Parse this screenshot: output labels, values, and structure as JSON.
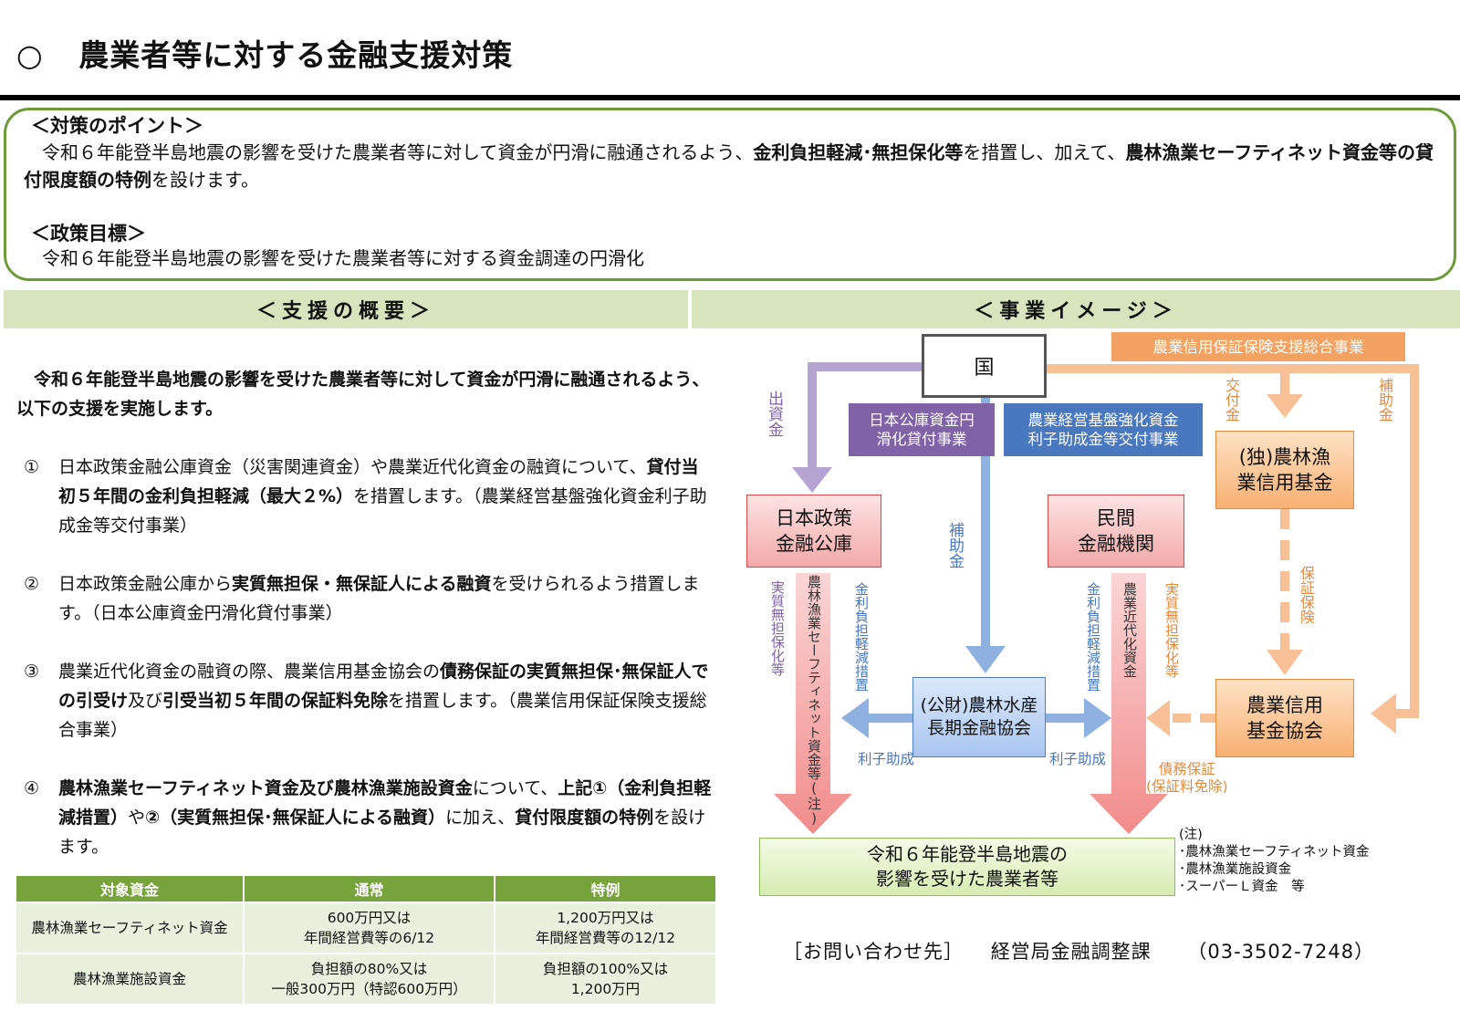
{
  "page": {
    "title_mark": "○",
    "title": "農業者等に対する金融支援対策"
  },
  "points": {
    "heading": "＜対策のポイント＞",
    "text_parts": [
      "　令和６年能登半島地震の影響を受けた農業者等に対して資金が円滑に融通されるよう、",
      "金利負担軽減･無担保化等",
      "を措置し、加えて、",
      "農林漁業セーフティネット資金等の貸付限度額の特例",
      "を設けます。"
    ],
    "goal_heading": "＜政策目標＞",
    "goal_text": "　令和６年能登半島地震の影響を受けた農業者等に対する資金調達の円滑化"
  },
  "sections": {
    "left_header": "＜支援の概要＞",
    "right_header": "＜事業イメージ＞"
  },
  "overview": {
    "intro": "　令和６年能登半島地震の影響を受けた農業者等に対して資金が円滑に融通されるよう、以下の支援を実施します。",
    "items": [
      {
        "num": "①",
        "parts": [
          "日本政策金融公庫資金（災害関連資金）や農業近代化資金の融資について、",
          "貸付当初５年間の金利負担軽減（最大２%）",
          "を措置します。（農業経営基盤強化資金利子助成金等交付事業）"
        ]
      },
      {
        "num": "②",
        "parts": [
          "日本政策金融公庫から",
          "実質無担保・無保証人による融資",
          "を受けられるよう措置します。（日本公庫資金円滑化貸付事業）"
        ]
      },
      {
        "num": "③",
        "parts": [
          "農業近代化資金の融資の際、農業信用基金協会の",
          "債務保証の実質無担保･無保証人での引受け",
          "及び",
          "引受当初５年間の保証料免除",
          "を措置します。（農業信用保証保険支援総合事業）"
        ]
      },
      {
        "num": "④",
        "parts": [
          "農林漁業セーフティネット資金及び農林漁業施設資金",
          "について、",
          "上記①（金利負担軽減措置）",
          "や",
          "②（実質無担保･無保証人による融資）",
          "に加え、",
          "貸付限度額の特例",
          "を設けます。"
        ]
      }
    ]
  },
  "limit_table": {
    "headers": [
      "対象資金",
      "通常",
      "特例"
    ],
    "rows": [
      [
        "農林漁業セーフティネット資金",
        "600万円又は\n年間経営費等の6/12",
        "1,200万円又は\n年間経営費等の12/12"
      ],
      [
        "農林漁業施設資金",
        "負担額の80%又は\n一般300万円（特認600万円）",
        "負担額の100%又は\n1,200万円"
      ]
    ]
  },
  "diagram": {
    "kuni": "国",
    "program_orange": "農業信用保証保険支援総合事業",
    "program_purple": "日本公庫資金円\n滑化貸付事業",
    "program_blue": "農業経営基盤強化資金\n利子助成金等交付事業",
    "jfc": "日本政策\n金融公庫",
    "private_bank": "民間\n金融機関",
    "fund": "(独)農林漁\n業信用基金",
    "kikin_kyokai": "農業信用\n基金協会",
    "long_term": "(公財)農林水産\n長期金融協会",
    "beneficiary": "令和６年能登半島地震の\n影響を受けた農業者等",
    "v_shusshikin": "出資金",
    "v_hojokin_center": "補助金",
    "v_kofukin": "交付金",
    "v_hojokin_right": "補助金",
    "v_hosho_hoken": "保証保険",
    "v_muhtanpo_left": "実質無担保化等",
    "v_safetynet": "農林漁業セーフティネット資金等(注)",
    "v_kinri_left": "金利負担軽減措置",
    "v_kinri_right": "金利負担軽減措置",
    "v_kindaika": "農業近代化資金",
    "v_muhtanpo_right": "実質無担保化等",
    "h_rishi_left": "利子助成",
    "h_rishi_right": "利子助成",
    "h_saimu": "債務保証\n(保証料免除)",
    "note_lines": [
      "(注)",
      "･農林漁業セーフティネット資金",
      "･農林漁業施設資金",
      "･スーパーＬ資金　等"
    ]
  },
  "contact": {
    "label": "［お問い合わせ先］",
    "dept": "経営局金融調整課",
    "phone": "（03-3502-7248）"
  },
  "colors": {
    "accent_green": "#6f9a3a",
    "band_green": "#d7e4bd",
    "purple": "#8062a6",
    "blue": "#4a78bf",
    "orange": "#f4a261",
    "pink": "#f08a8a"
  }
}
